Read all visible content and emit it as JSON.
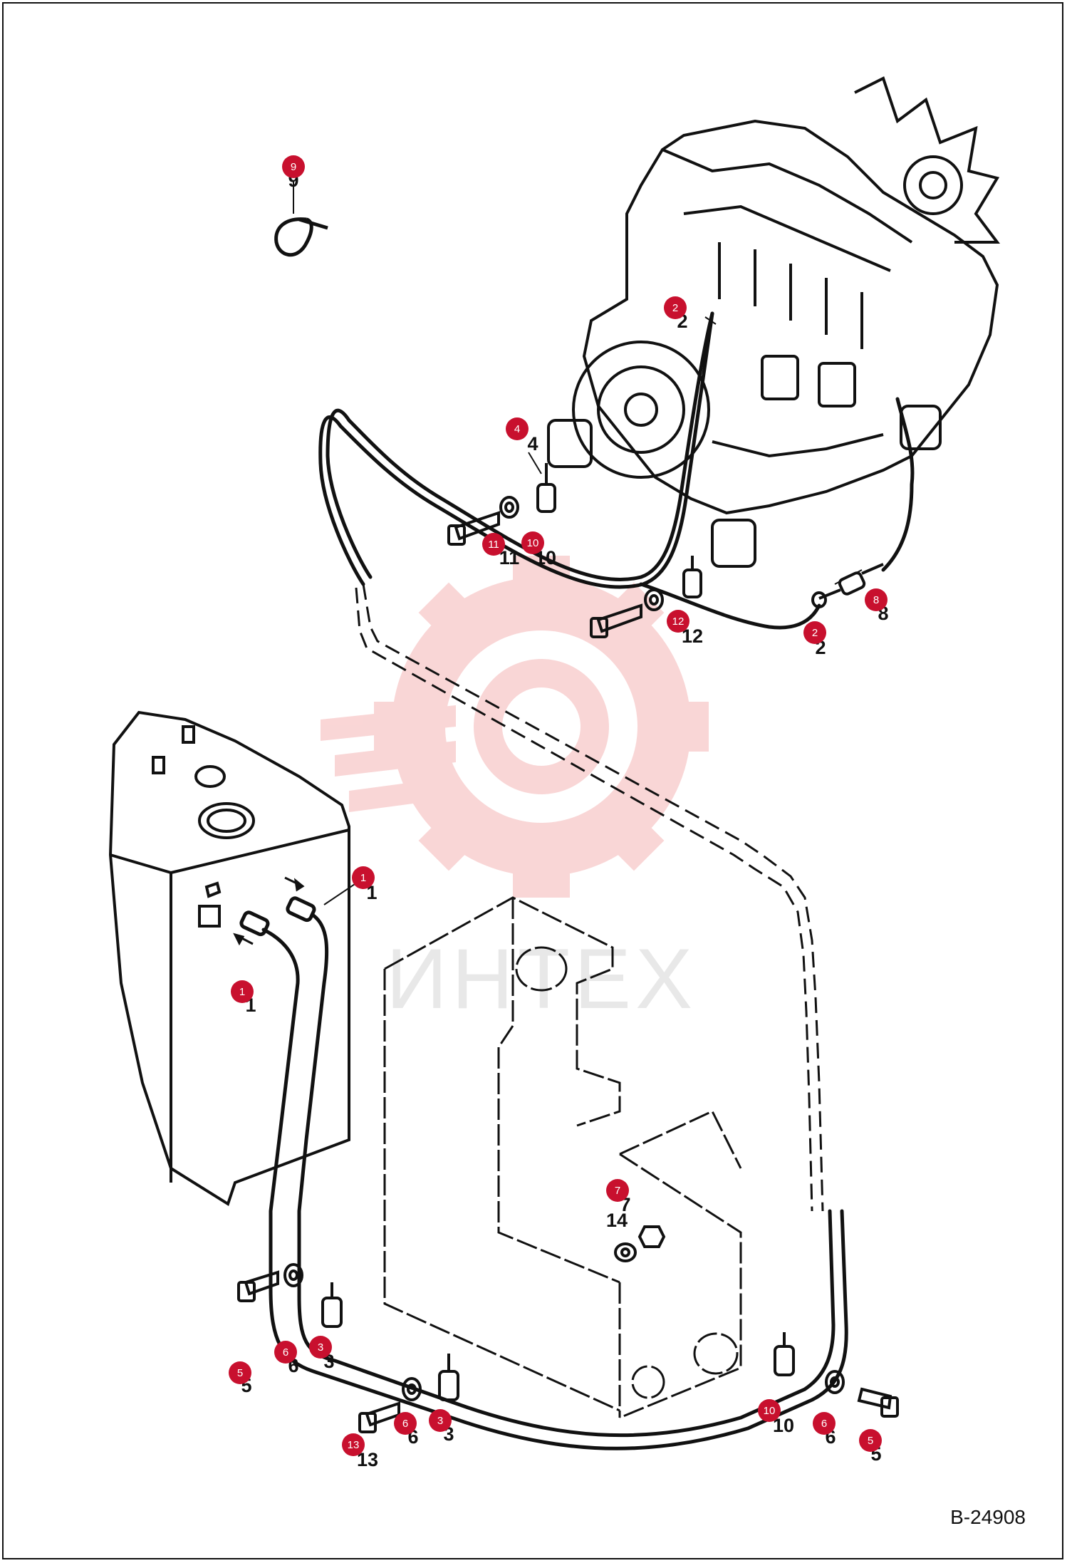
{
  "figure_ref": "B-24908",
  "watermark": "ИНТЕХ",
  "colors": {
    "badge": "#c8102e",
    "line": "#111111",
    "watermark": "#f4a9a9"
  },
  "callouts": [
    {
      "id": "9",
      "label": "9"
    },
    {
      "id": "2a",
      "label": "2"
    },
    {
      "id": "4",
      "label": "4"
    },
    {
      "id": "11",
      "label": "11"
    },
    {
      "id": "10a",
      "label": "10"
    },
    {
      "id": "12",
      "label": "12"
    },
    {
      "id": "2b",
      "label": "2"
    },
    {
      "id": "8",
      "label": "8"
    },
    {
      "id": "1a",
      "label": "1"
    },
    {
      "id": "1b",
      "label": "1"
    },
    {
      "id": "7",
      "label": "7"
    },
    {
      "id": "14",
      "label": "14"
    },
    {
      "id": "5a",
      "label": "5"
    },
    {
      "id": "6a",
      "label": "6"
    },
    {
      "id": "3a",
      "label": "3"
    },
    {
      "id": "13",
      "label": "13"
    },
    {
      "id": "6b",
      "label": "6"
    },
    {
      "id": "3b",
      "label": "3"
    },
    {
      "id": "10b",
      "label": "10"
    },
    {
      "id": "6c",
      "label": "6"
    },
    {
      "id": "5b",
      "label": "5"
    }
  ]
}
